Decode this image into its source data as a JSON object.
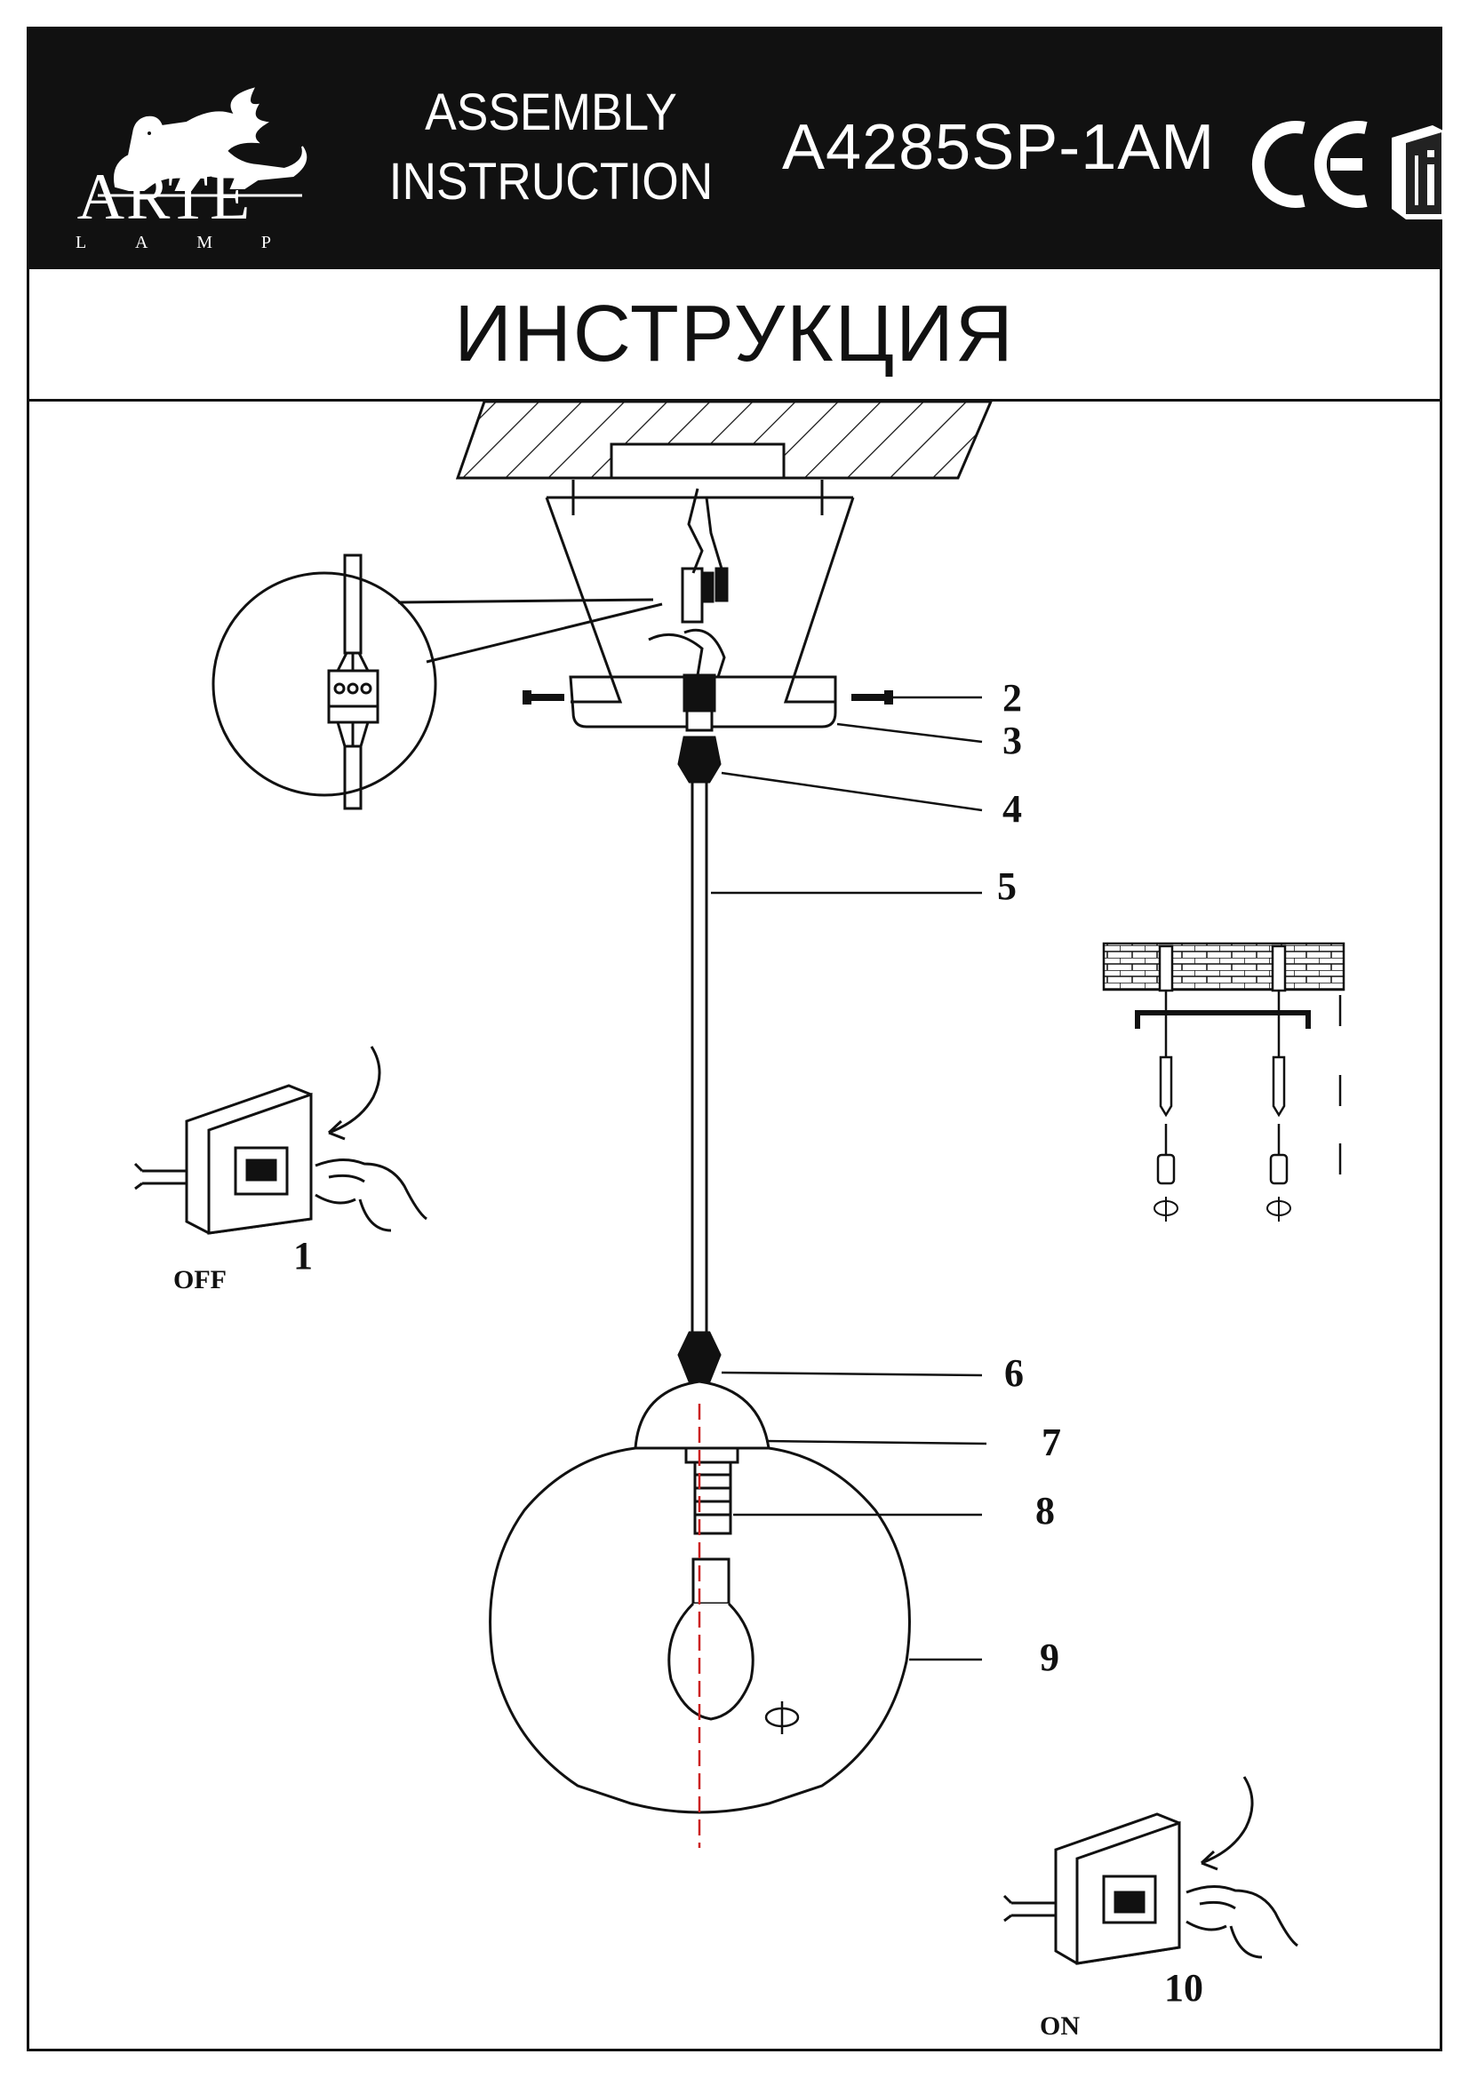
{
  "header": {
    "brand": "ARTE",
    "brand_sub": [
      "L",
      "A",
      "M",
      "P"
    ],
    "title_line1": "ASSEMBLY",
    "title_line2": "INSTRUCTION",
    "model": "A4285SP-1AM",
    "mark": "CE"
  },
  "subtitle": "ИНСТРУКЦИЯ",
  "parts": [
    "2",
    "3",
    "4",
    "5",
    "6",
    "7",
    "8",
    "9"
  ],
  "switch_off": {
    "step": "1",
    "state": "OFF"
  },
  "switch_on": {
    "step": "10",
    "state": "ON"
  },
  "icons": [
    "lion-logo-icon",
    "ce-mark-icon",
    "manual-info-icon",
    "light-switch-icon",
    "hand-icon",
    "rotate-icon"
  ]
}
